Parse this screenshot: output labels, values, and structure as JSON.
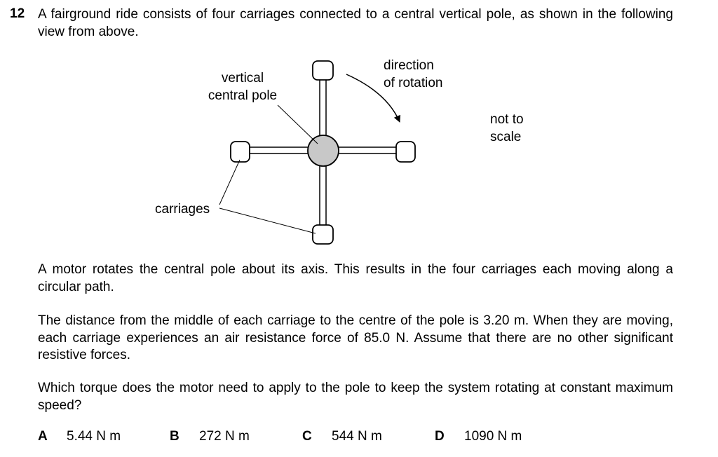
{
  "question": {
    "number": "12",
    "intro": "A fairground ride consists of four carriages connected to a central vertical pole, as shown in the following view from above.",
    "paragraph_motor": "A motor rotates the central pole about its axis. This results in the four carriages each moving along a circular path.",
    "paragraph_distance": "The distance from the middle of each carriage to the centre of the pole is 3.20 m. When they are moving, each carriage experiences an air resistance force of 85.0 N. Assume that there are no other significant resistive forces.",
    "prompt": "Which torque does the motor need to apply to the pole to keep the system rotating at constant maximum speed?"
  },
  "diagram": {
    "label_pole_line1": "vertical",
    "label_pole_line2": "central pole",
    "label_direction_line1": "direction",
    "label_direction_line2": "of rotation",
    "label_scale_line1": "not to",
    "label_scale_line2": "scale",
    "label_carriages": "carriages"
  },
  "options": [
    {
      "letter": "A",
      "value": "5.44 N m"
    },
    {
      "letter": "B",
      "value": "272 N m"
    },
    {
      "letter": "C",
      "value": "544 N m"
    },
    {
      "letter": "D",
      "value": "1090 N m"
    }
  ]
}
